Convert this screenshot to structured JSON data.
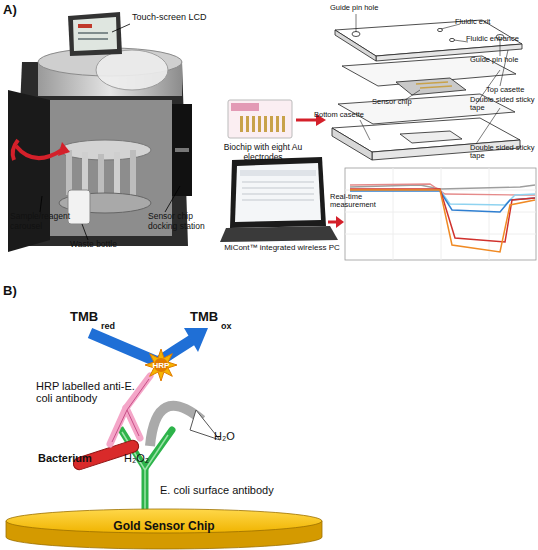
{
  "diagram": {
    "nodes": [
      {
        "text": [
          "HRP"
        ]
      },
      {
        "text": [
          "Gold Sensor Chip"
        ]
      }
    ],
    "labels": [
      "A)",
      "Touch-screen LCD",
      "Sample/reagent carousel",
      "Waste bottle",
      "Sensor chip docking station",
      "Biochip with eight Au electrodes",
      "Guide pin hole",
      "Fluidic exit",
      "Fluidic entrance",
      "Guide pin hole",
      "Top casette",
      "Sensor chip",
      "Bottom casette",
      "Double sided sticky tape",
      "Double sided sticky tape",
      "MiCont™ integrated wireless PC",
      "Real-time measurement",
      "B)",
      "TMB",
      "red",
      "TMB",
      "ox",
      "HRP labelled anti-E. coli antibody",
      "Bacterium",
      "H₂O₂",
      "H₂O",
      "E. coli surface antibody"
    ]
  }
}
